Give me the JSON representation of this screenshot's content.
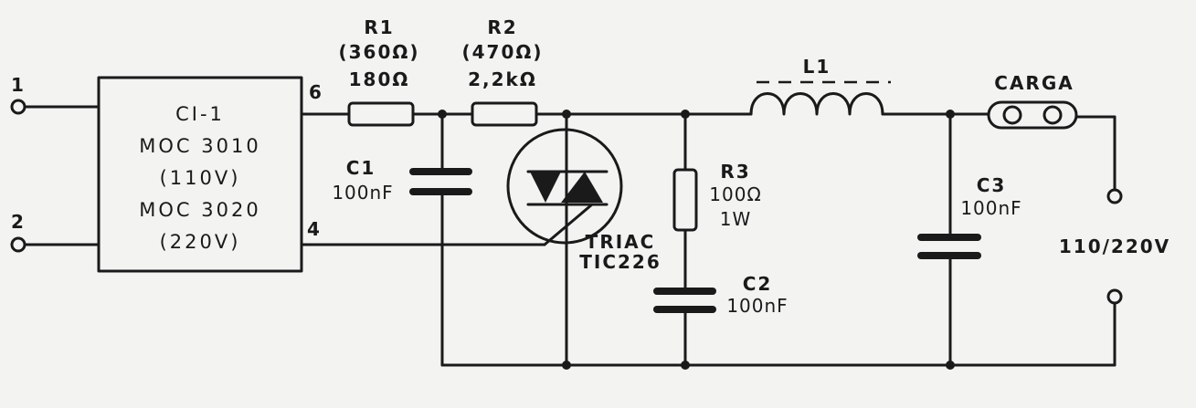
{
  "terminals": {
    "t1": "1",
    "t2": "2"
  },
  "ic": {
    "name": "CI-1",
    "line1": "MOC 3010",
    "line2": "(110V)",
    "line3": "MOC 3020",
    "line4": "(220V)",
    "pin_out": "6",
    "pin_gnd": "4"
  },
  "r1": {
    "name": "R1",
    "alt": "(360Ω)",
    "value": "180Ω"
  },
  "r2": {
    "name": "R2",
    "alt": "(470Ω)",
    "value": "2,2kΩ"
  },
  "c1": {
    "name": "C1",
    "value": "100nF"
  },
  "triac": {
    "line1": "TRIAC",
    "line2": "TIC226"
  },
  "r3": {
    "name": "R3",
    "value": "100Ω",
    "power": "1W"
  },
  "c2": {
    "name": "C2",
    "value": "100nF"
  },
  "l1": {
    "name": "L1"
  },
  "c3": {
    "name": "C3",
    "value": "100nF"
  },
  "load": {
    "name": "CARGA"
  },
  "mains": {
    "label": "110/220V"
  }
}
